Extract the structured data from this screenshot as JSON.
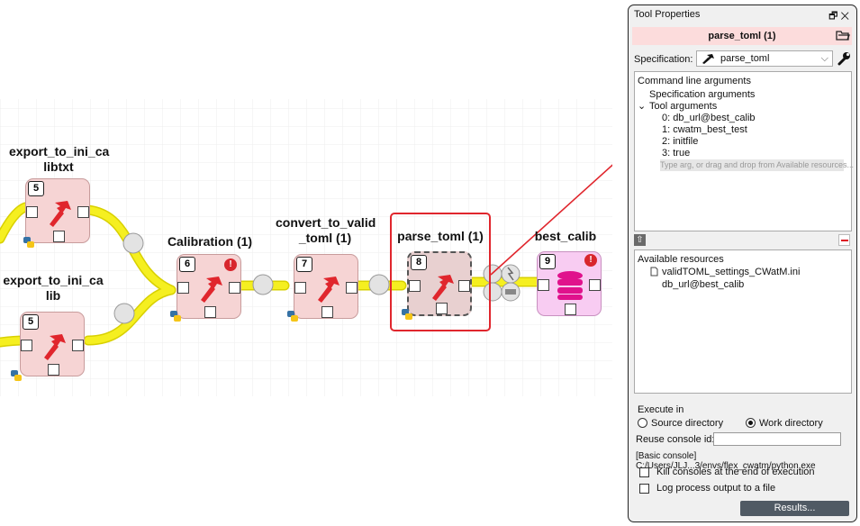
{
  "canvas": {
    "nodes": [
      {
        "id": "n1",
        "number": "5",
        "label_lines": [
          "export_to_ini_ca",
          "libtxt"
        ],
        "type": "tool",
        "warning": false
      },
      {
        "id": "n2",
        "number": "5",
        "label_lines": [
          "export_to_ini_ca",
          "lib"
        ],
        "type": "tool",
        "warning": false
      },
      {
        "id": "n3",
        "number": "6",
        "label_lines": [
          "Calibration (1)"
        ],
        "type": "tool",
        "warning": true
      },
      {
        "id": "n4",
        "number": "7",
        "label_lines": [
          "convert_to_valid",
          "_toml (1)"
        ],
        "type": "tool",
        "warning": false
      },
      {
        "id": "n5",
        "number": "8",
        "label_lines": [
          "parse_toml (1)"
        ],
        "type": "tool",
        "warning": false,
        "selected": true
      },
      {
        "id": "n6",
        "number": "9",
        "label_lines": [
          "best_calib"
        ],
        "type": "datastore",
        "warning": true
      }
    ],
    "warning_glyph": "!",
    "colors": {
      "link": "#f5ef20",
      "tool_fill": "#f6d4d4",
      "store_fill": "#f8ccf2",
      "selection": "#e0262d",
      "arrow": "#e0262d",
      "db_icon": "#e0128c",
      "hammer": "#e0262d"
    }
  },
  "panel": {
    "title": "Tool Properties",
    "title_controls": "🗗 ✕",
    "header": "parse_toml (1)",
    "spec_label": "Specification:",
    "spec_value": "parse_toml",
    "spec_chevron": "⌵",
    "args": {
      "command_line": "Command line arguments",
      "spec_args": "Specification arguments",
      "tool_args": "Tool arguments",
      "expand_glyph": "⌄",
      "items": [
        "0:  db_url@best_calib",
        "1:  cwatm_best_test",
        "2:  initfile",
        "3:  true"
      ],
      "placeholder": "Type arg, or drag and drop from Available resources..."
    },
    "toolbar_left_glyph": "⇧",
    "resources": {
      "title": "Available resources",
      "items": [
        "validTOML_settings_CWatM.ini",
        "db_url@best_calib"
      ]
    },
    "execute": {
      "label": "Execute in",
      "source_dir": "Source directory",
      "work_dir": "Work directory",
      "selected": "work",
      "reuse_label": "Reuse console id:",
      "reuse_value": "",
      "console_info": "[Basic console] C:/Users/JLJ...3/envs/flex_cwatm/python.exe",
      "kill_consoles": "Kill consoles at the end of execution",
      "kill_checked": false,
      "log_output": "Log process output to a file",
      "log_checked": false,
      "results_button": "Results..."
    }
  }
}
